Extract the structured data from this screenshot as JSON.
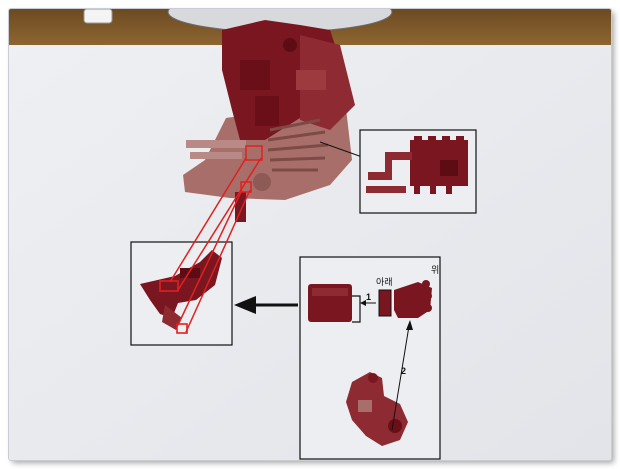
{
  "labels": {
    "bottom_side": "아래",
    "top_side": "위",
    "step_1": "1",
    "step_2": "2"
  },
  "colors": {
    "part_red": "#7a1620",
    "part_mid": "#8e2a31",
    "part_light": "#a86f6a",
    "background": "#e9ebef",
    "highlight": "#e02020"
  }
}
